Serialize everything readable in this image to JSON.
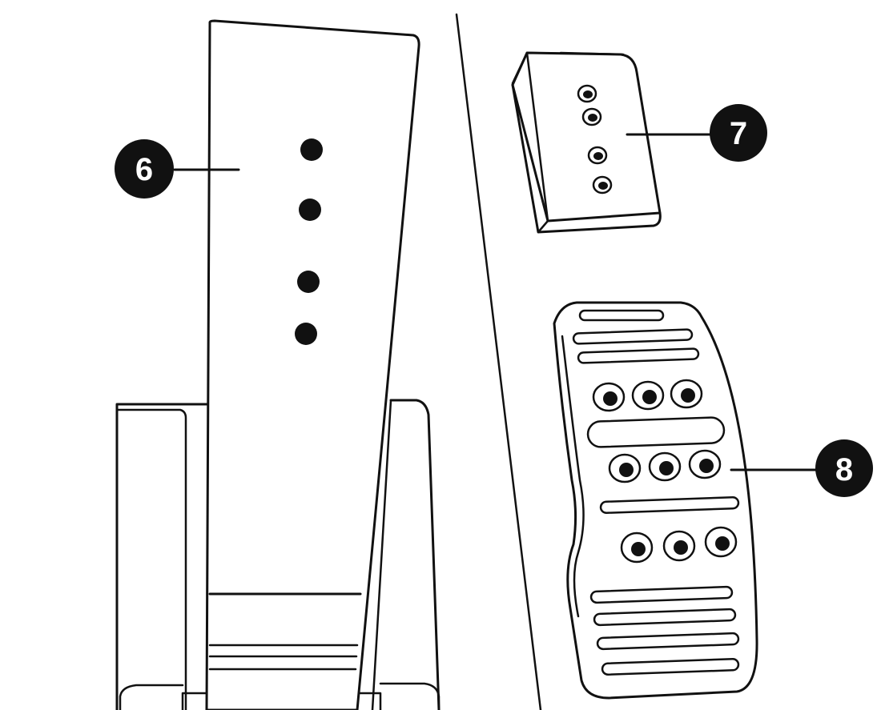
{
  "callouts": [
    {
      "id": "6",
      "label": "6",
      "part": "pedal-arm"
    },
    {
      "id": "7",
      "label": "7",
      "part": "pedal-pad-small"
    },
    {
      "id": "8",
      "label": "8",
      "part": "pedal-pad-large"
    }
  ],
  "colors": {
    "line": "#111111",
    "fill": "#ffffff",
    "badge": "#111111"
  }
}
